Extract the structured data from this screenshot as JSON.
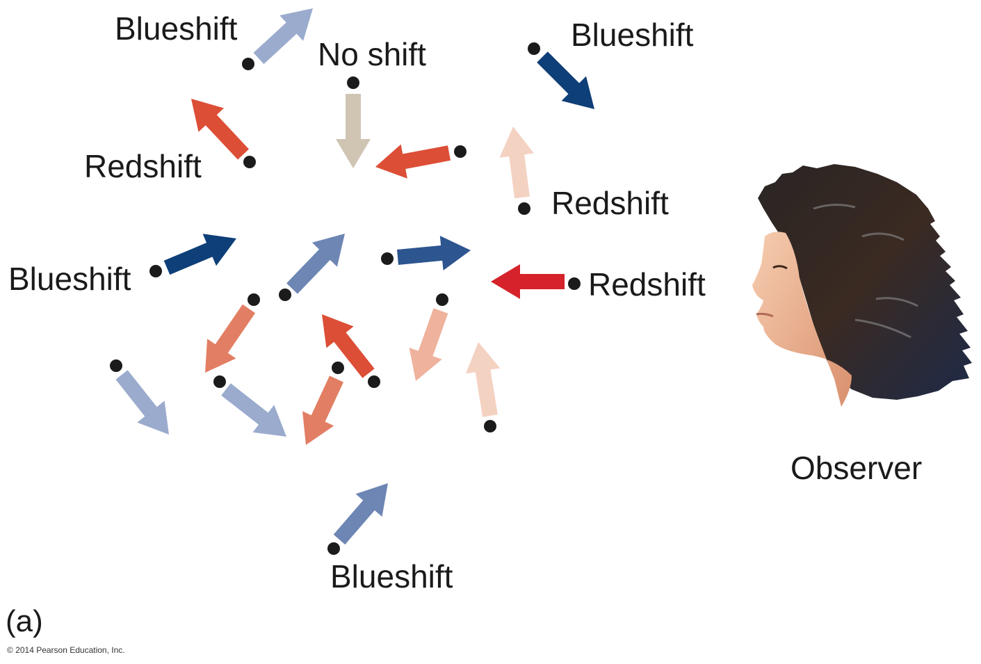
{
  "labels": {
    "blueshift_top_left": "Blueshift",
    "no_shift": "No shift",
    "blueshift_top_right": "Blueshift",
    "redshift_left": "Redshift",
    "redshift_right_upper": "Redshift",
    "blueshift_left": "Blueshift",
    "redshift_right": "Redshift",
    "blueshift_bottom": "Blueshift",
    "observer": "Observer"
  },
  "panel_label": "(a)",
  "copyright": "© 2014 Pearson Education, Inc.",
  "colors": {
    "dot": "#1b1b1b",
    "dark_blue": "#0e3f78",
    "mid_blue": "#2d5590",
    "steel_blue": "#6d86b3",
    "light_blue": "#9aabcd",
    "neutral": "#d0c4b3",
    "bright_red": "#d5222b",
    "red": "#dc4e36",
    "salmon": "#e27e64",
    "light_salmon": "#efb29c",
    "pale_pink": "#f4d2c2"
  },
  "galaxies": [
    {
      "shift": "blueshift",
      "color": "light_blue"
    },
    {
      "shift": "none",
      "color": "neutral"
    },
    {
      "shift": "blueshift",
      "color": "dark_blue"
    },
    {
      "shift": "redshift",
      "color": "red"
    },
    {
      "shift": "redshift",
      "color": "red"
    },
    {
      "shift": "redshift",
      "color": "pale_pink"
    },
    {
      "shift": "blueshift",
      "color": "dark_blue"
    },
    {
      "shift": "blueshift",
      "color": "steel_blue"
    },
    {
      "shift": "blueshift",
      "color": "mid_blue"
    },
    {
      "shift": "redshift",
      "color": "bright_red"
    },
    {
      "shift": "redshift",
      "color": "salmon"
    },
    {
      "shift": "redshift",
      "color": "light_salmon"
    },
    {
      "shift": "blueshift",
      "color": "light_blue"
    },
    {
      "shift": "blueshift",
      "color": "light_blue"
    },
    {
      "shift": "redshift",
      "color": "salmon"
    },
    {
      "shift": "redshift",
      "color": "red"
    },
    {
      "shift": "redshift",
      "color": "pale_pink"
    },
    {
      "shift": "blueshift",
      "color": "steel_blue"
    }
  ]
}
